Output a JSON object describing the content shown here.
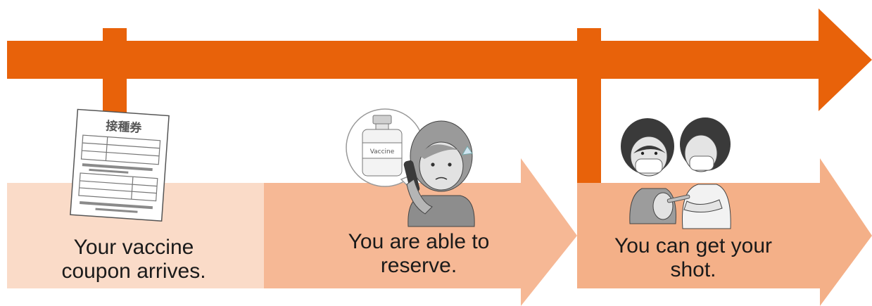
{
  "colors": {
    "timeline": "#e8620a",
    "stage_light": "#fadbc8",
    "stage_mid": "#f6b895",
    "stage_arrow": "#f4b088",
    "ink": "#404040"
  },
  "coupon": {
    "header_text": "接種券"
  },
  "vaccine_bottle": {
    "label": "Vaccine"
  },
  "steps": [
    {
      "caption": "Your vaccine\ncoupon arrives.",
      "icon": "vaccine-coupon-icon"
    },
    {
      "caption": "You are able to\nreserve.",
      "icon": "phone-reservation-icon"
    },
    {
      "caption": "You can get your\nshot.",
      "icon": "vaccination-icon"
    }
  ]
}
